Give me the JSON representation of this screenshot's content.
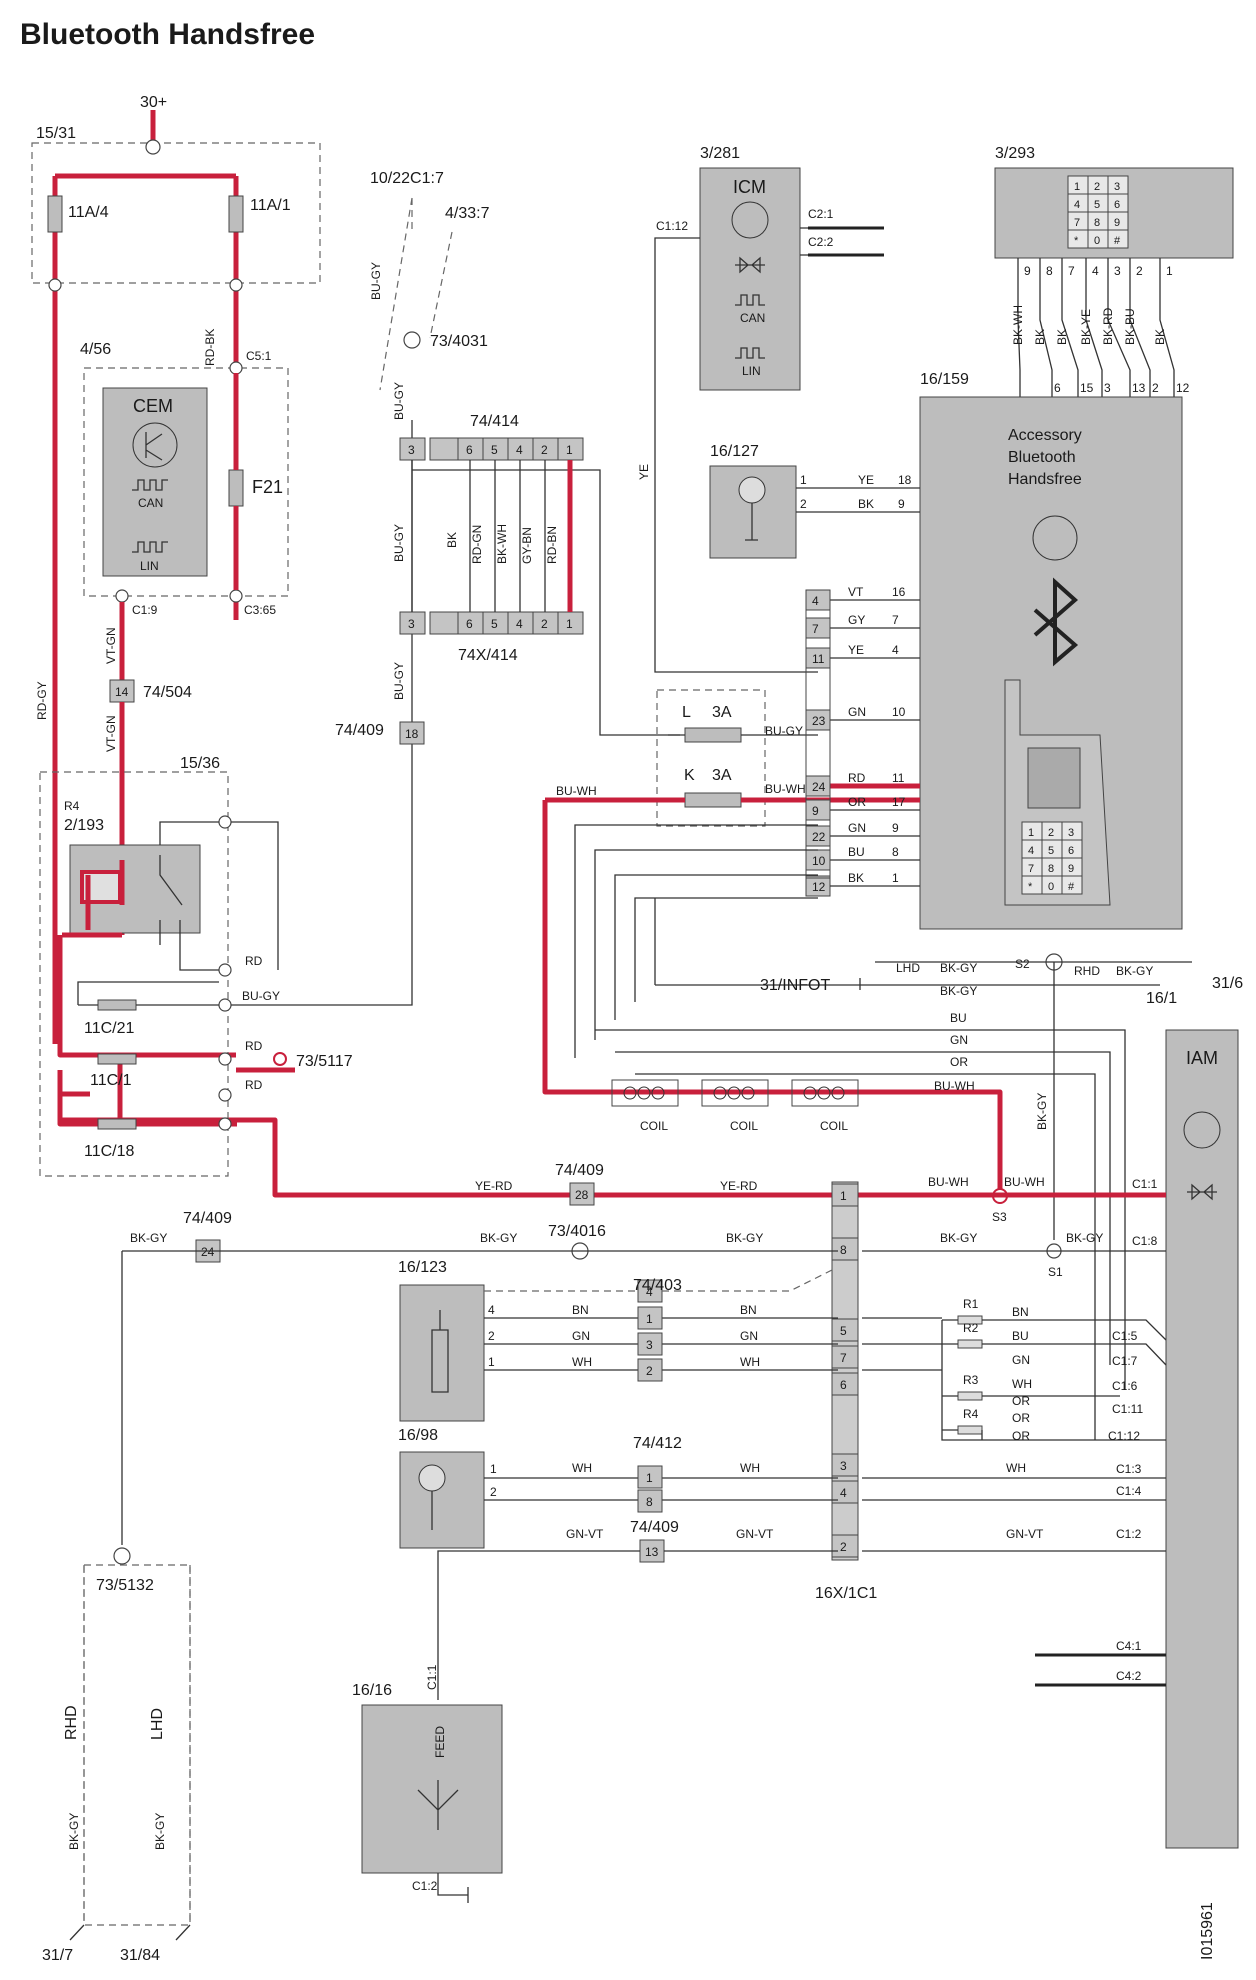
{
  "title": "Bluetooth Handsfree",
  "doc_id": "I015961",
  "colors": {
    "power_wire": "#c8203c",
    "component_fill": "#bdbdbd"
  },
  "labels": {
    "supply": "30+",
    "fusebox_15_31": "15/31",
    "fuse_11a4": "11A/4",
    "fuse_11a1": "11A/1",
    "cem_ref": "4/56",
    "cem": "CEM",
    "can": "CAN",
    "lin": "LIN",
    "f21": "F21",
    "c51": "C5:1",
    "c19": "C1:9",
    "c365": "C3:65",
    "rdbk": "RD-BK",
    "rdgy": "RD-GY",
    "vtgn": "VT-GN",
    "vtgn2": "VT-GN",
    "c74_504": "74/504",
    "p14": "14",
    "relaybox": "15/36",
    "r4": "R4",
    "relay": "2/193",
    "c11c21": "11C/21",
    "c11c1": "11C/1",
    "c11c18": "11C/18",
    "c73_5117": "73/5117",
    "rd1": "RD",
    "rd2": "RD",
    "rd3": "RD",
    "bugy_r": "BU-GY",
    "ref_10_22": "10/22C1:7",
    "ref_4_33": "4/33:7",
    "c73_4031": "73/4031",
    "c74_414": "74/414",
    "c74x_414": "74X/414",
    "c74_409a": "74/409",
    "p18": "18",
    "bugy1": "BU-GY",
    "bugy2": "BU-GY",
    "bugy3": "BU-GY",
    "bugy4": "BU-GY",
    "bugy5": "BU-GY",
    "bk": "BK",
    "rdgn": "RD-GN",
    "bkwh": "BK-WH",
    "gybn": "GY-BN",
    "rdbn": "RD-BN",
    "icm_ref": "3/281",
    "icm": "ICM",
    "c112": "C1:12",
    "c21": "C2:1",
    "c22": "C2:2",
    "kp_ref": "3/293",
    "abh_ref": "16/159",
    "abh1": "Accessory",
    "abh2": "Bluetooth",
    "abh3": "Handsfree",
    "mic127": "16/127",
    "ye_v": "YE",
    "fuse_l": "L",
    "fuse_k": "K",
    "amp3a_1": "3A",
    "amp3a_2": "3A",
    "buwh1": "BU-WH",
    "buwh2": "BU-WH",
    "c31_infot": "31/INFOT",
    "lhd": "LHD",
    "rhd": "RHD",
    "s1": "S1",
    "s2": "S2",
    "s3": "S3",
    "c31_6": "31/6",
    "iam_ref": "16/1",
    "iam": "IAM",
    "bkgy1": "BK-GY",
    "bkgy2": "BK-GY",
    "bkgy3": "BK-GY",
    "bkgy_v": "BK-GY",
    "bu_m": "BU",
    "gn_m": "GN",
    "or_m": "OR",
    "buwh_m": "BU-WH",
    "coil1": "COIL",
    "coil2": "COIL",
    "coil3": "COIL",
    "yerd1": "YE-RD",
    "yerd2": "YE-RD",
    "c74_409b": "74/409",
    "p28": "28",
    "buwh_r1": "BU-WH",
    "buwh_r2": "BU-WH",
    "c11": "C1:1",
    "c74_409c": "74/409",
    "p24b": "24",
    "bkgy_b1": "BK-GY",
    "bkgy_b2": "BK-GY",
    "bkgy_b3": "BK-GY",
    "bkgy_b4": "BK-GY",
    "c73_4016": "73/4016",
    "c18": "C1:8",
    "spk123": "16/123",
    "c74_403": "74/403",
    "spk98": "16/98",
    "c74_412": "74/412",
    "c74_409d": "74/409",
    "p13": "13",
    "gnvt1": "GN-VT",
    "gnvt2": "GN-VT",
    "gnvt3": "GN-VT",
    "c12": "C1:2",
    "c16x": "16X/1C1",
    "r1": "R1",
    "r2": "R2",
    "r3": "R3",
    "r4r": "R4",
    "c15": "C1:5",
    "c17": "C1:7",
    "c16": "C1:6",
    "c111": "C1:11",
    "c1_12": "C1:12",
    "c13": "C1:3",
    "c14": "C1:4",
    "c41": "C4:1",
    "c42": "C4:2",
    "ant_ref": "16/16",
    "feed": "FEED",
    "c11_ant": "C1:1",
    "c12_ant": "C1:2",
    "c73_5132": "73/5132",
    "rhd_v": "RHD",
    "lhd_v": "LHD",
    "bkgy_rhd": "BK-GY",
    "bkgy_lhd": "BK-GY",
    "c31_7": "31/7",
    "c31_84": "31/84"
  },
  "keypad": [
    "1",
    "2",
    "3",
    "4",
    "5",
    "6",
    "7",
    "8",
    "9",
    "*",
    "0",
    "#"
  ],
  "kp_pins": [
    "9",
    "8",
    "7",
    "4",
    "3",
    "2",
    "1"
  ],
  "kp_wires": [
    "BK-WH",
    "BK",
    "BK",
    "BK-YE",
    "BK-RD",
    "BK-BU",
    "BK"
  ],
  "abh_top_pins": [
    "6",
    "15",
    "3",
    "13",
    "2",
    "12"
  ],
  "conn_414_pins": [
    "3",
    "",
    "6",
    "5",
    "4",
    "2",
    "1"
  ],
  "conn_414x_pins": [
    "3",
    "",
    "6",
    "5",
    "4",
    "2",
    "1"
  ],
  "abh_pins": [
    {
      "conn": "4",
      "wire": "VT",
      "pin": "16"
    },
    {
      "conn": "7",
      "wire": "GY",
      "pin": "7"
    },
    {
      "conn": "11",
      "wire": "YE",
      "pin": "4"
    },
    {
      "conn": "23",
      "wire": "GN",
      "pin": "10"
    },
    {
      "conn": "24",
      "wire": "RD",
      "pin": "11"
    },
    {
      "conn": "9",
      "wire": "OR",
      "pin": "17"
    },
    {
      "conn": "22",
      "wire": "GN",
      "pin": "9"
    },
    {
      "conn": "10",
      "wire": "BU",
      "pin": "8"
    },
    {
      "conn": "12",
      "wire": "BK",
      "pin": "1"
    }
  ],
  "mic_pins": [
    {
      "p": "1",
      "w": "YE",
      "n": "18"
    },
    {
      "p": "2",
      "w": "BK",
      "n": "9"
    }
  ],
  "spk_rows": [
    {
      "pin": "4",
      "wire": "BN",
      "mid": "1",
      "wire2": "BN",
      "c": "5"
    },
    {
      "pin": "2",
      "wire": "GN",
      "mid": "3",
      "wire2": "GN",
      "c": "7"
    },
    {
      "pin": "1",
      "wire": "WH",
      "mid": "2",
      "wire2": "WH",
      "c": "6"
    }
  ],
  "c16x_pins": [
    "1",
    "",
    "8",
    "",
    "",
    "5",
    "7",
    "6",
    "",
    "",
    "3",
    "4",
    "",
    "2"
  ]
}
